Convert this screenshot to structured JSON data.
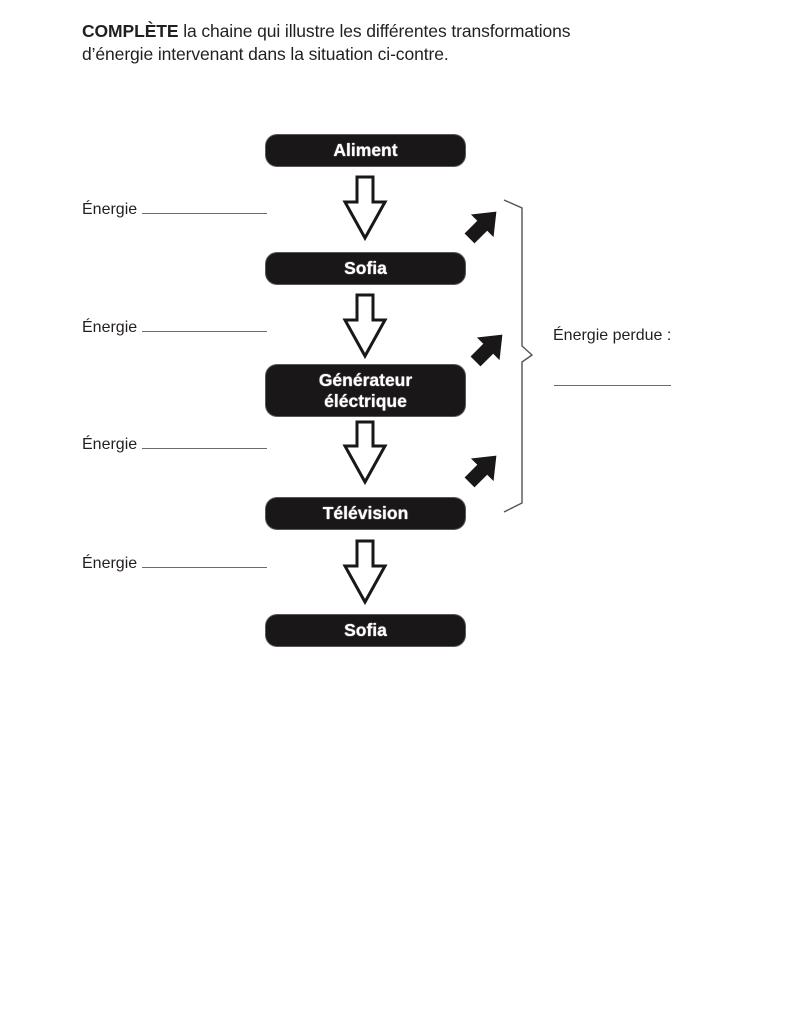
{
  "instruction": {
    "bold_word": "COMPLÈTE",
    "rest_line1": " la chaine qui illustre les différentes transformations",
    "line2": "d’énergie intervenant dans la situation ci-contre."
  },
  "chain": {
    "boxes": [
      {
        "label": "Aliment"
      },
      {
        "label": "Sofia"
      },
      {
        "label_line1": "Générateur",
        "label_line2": "éléctrique"
      },
      {
        "label": "Télévision"
      },
      {
        "label": "Sofia"
      }
    ],
    "energy_labels": [
      {
        "label": "Énergie",
        "value": ""
      },
      {
        "label": "Énergie",
        "value": ""
      },
      {
        "label": "Énergie",
        "value": ""
      },
      {
        "label": "Énergie",
        "value": ""
      }
    ],
    "lost_energy": {
      "label": "Énergie perdue :",
      "value": ""
    },
    "icons": {
      "transformation_arrow": "hollow-down-arrow-icon",
      "loss_arrow": "filled-up-right-arrow-icon",
      "brace": "right-curly-brace"
    },
    "colors": {
      "box_fill": "#1a1718",
      "box_text": "#ffffff",
      "text": "#231f20",
      "line": "#6d6a6b"
    }
  }
}
